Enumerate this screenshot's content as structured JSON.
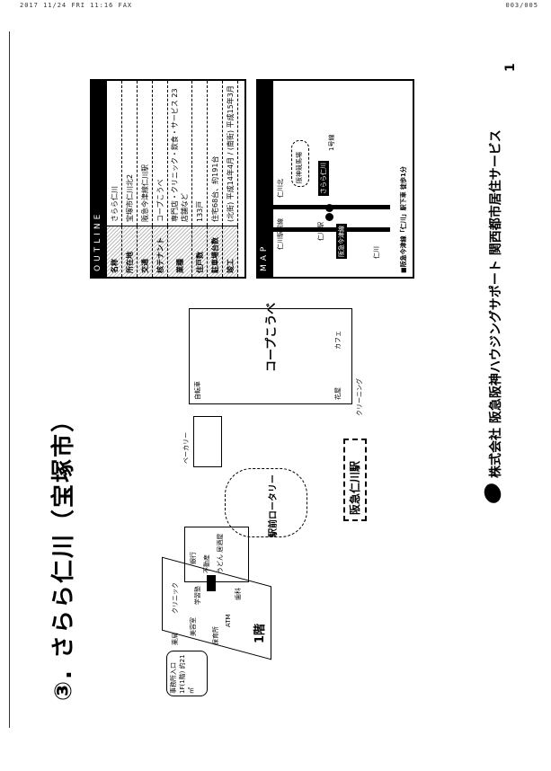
{
  "fax_header": {
    "left": "2017 11/24 FRI 11:16 FAX",
    "right": "003/005"
  },
  "title": "③. さらら仁川（宝塚市）",
  "page_number": "1",
  "outline": {
    "heading": "OUTLINE",
    "rows": [
      {
        "label": "名称",
        "value": "さらら仁川"
      },
      {
        "label": "所在地",
        "value": "宝塚市仁川北2"
      },
      {
        "label": "交通",
        "value": "阪急今津線仁川駅"
      },
      {
        "label": "核テナント",
        "value": "コープこうべ"
      },
      {
        "label": "業種",
        "value": "専門店・クリニック・飲食・サービス 23店舗など"
      },
      {
        "label": "住戸数",
        "value": "133戸"
      },
      {
        "label": "駐車場台数",
        "value": "住宅68台、約191台"
      },
      {
        "label": "竣工",
        "value": "(北街) 平成14年4月 / (南街) 平成15年3月"
      }
    ]
  },
  "map": {
    "heading": "MAP",
    "labels": {
      "sarara": "さらら仁川",
      "station": "仁川駅",
      "route": "阪急今津線",
      "road1": "仁川北",
      "road2": "仁川駅前線",
      "racecourse": "阪神競馬場",
      "shrine": "仁川",
      "legend": "■阪急今津線「仁川」駅下車 徒歩1分",
      "route_num": "1号線"
    }
  },
  "floor_plan": {
    "floor_label": "1階",
    "callout": "事務所入口 1F(1階) 約21㎡",
    "rotary": "駅前ロータリー",
    "coop": "コープこうべ",
    "station": "阪急仁川駅",
    "bakery": "ベーカリー",
    "shops": [
      "薬局",
      "クリニック",
      "美容室",
      "学習塾",
      "不動産",
      "うどん 居酒屋",
      "ATM",
      "銀行",
      "歯科",
      "保育所",
      "自転車",
      "クリーニング",
      "花屋",
      "カフェ"
    ]
  },
  "company": "株式会社 阪急阪神ハウジングサポート 関西都市居住サービス"
}
